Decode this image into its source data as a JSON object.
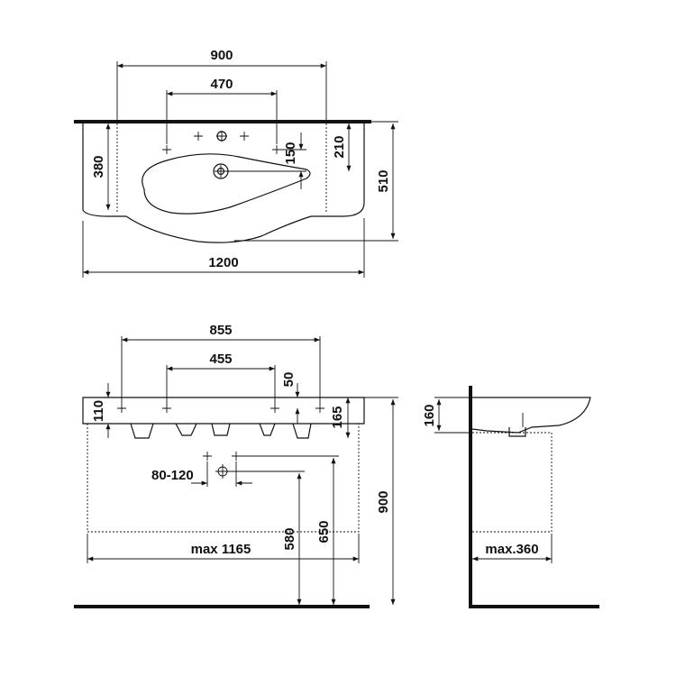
{
  "plan_view": {
    "dim_overall_width": "1200",
    "dim_upper_width": "900",
    "dim_tap_holes": "470",
    "dim_depth": "510",
    "dim_side_depth": "380",
    "dim_tap_to_drain": "150",
    "dim_edge_to_drain": "210"
  },
  "front_view": {
    "dim_fixing_outer": "855",
    "dim_fixing_inner": "455",
    "dim_fixing_height": "50",
    "dim_top_thickness": "110",
    "dim_basin_height": "165",
    "dim_waste_spacing": "80-120",
    "dim_waste_580": "580",
    "dim_waste_650": "650",
    "dim_install_height": "900",
    "dim_max_width": "max 1165"
  },
  "side_view": {
    "dim_basin_height": "160",
    "dim_max_depth": "max.360"
  }
}
